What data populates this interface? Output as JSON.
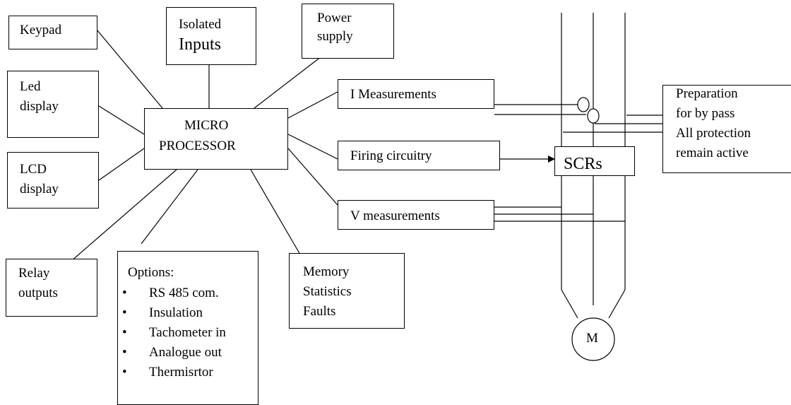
{
  "blocks": {
    "keypad": "Keypad",
    "isolated_inputs": [
      "Isolated",
      "Inputs"
    ],
    "power_supply": [
      "Power",
      "supply"
    ],
    "led_display": [
      "Led",
      "display"
    ],
    "lcd_display": [
      "LCD",
      "display"
    ],
    "relay_outputs": [
      "Relay",
      "outputs"
    ],
    "microprocessor": [
      "MICRO",
      "PROCESSOR"
    ],
    "i_measurements": "I Measurements",
    "firing_circuitry": "Firing circuitry",
    "v_measurements": "V measurements",
    "memory": [
      "Memory",
      "Statistics",
      "Faults"
    ],
    "scrs": "SCRs",
    "bypass": [
      "Preparation",
      "for by pass",
      "All protection",
      "remain active"
    ],
    "motor": "M"
  },
  "options": {
    "title": "Options:",
    "bullet": "•",
    "items": [
      "RS 485 com.",
      "Insulation",
      "Tachometer in",
      "Analogue out",
      "Thermisrtor"
    ]
  },
  "colors": {
    "line": "#000000",
    "background": "#ffffff"
  }
}
